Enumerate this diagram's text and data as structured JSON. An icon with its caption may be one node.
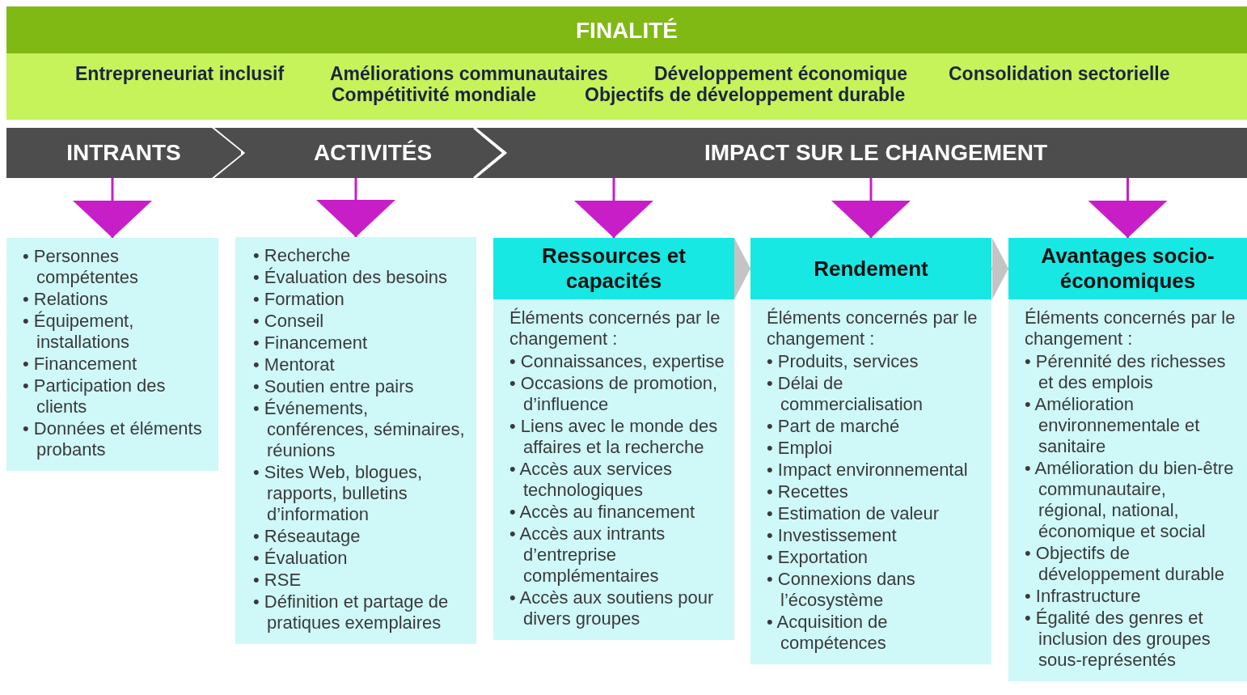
{
  "diagram": {
    "nodes": [
      {
        "text": [
          "FINALITÉ"
        ]
      },
      {
        "text": [
          "Entrepreneuriat inclusif",
          "Améliorations communautaires",
          "Développement économique",
          "Consolidation sectorielle",
          "Compétitivité mondiale",
          "Objectifs de développement durable"
        ]
      },
      {
        "text": [
          "INTRANTS"
        ]
      },
      {
        "text": [
          "ACTIVITÉS"
        ]
      },
      {
        "text": [
          "IMPACT SUR LE CHANGEMENT"
        ]
      },
      {
        "text": [
          "• Personnes compétentes",
          "• Relations",
          "• Équipement, installations",
          "• Financement",
          "• Participation des clients",
          "• Données et éléments probants"
        ]
      },
      {
        "text": [
          "• Recherche",
          "• Évaluation des besoins",
          "• Formation",
          "• Conseil",
          "• Financement",
          "• Mentorat",
          "• Soutien entre pairs",
          "• Événements, conférences, séminaires, réunions",
          "• Sites Web, blogues, rapports, bulletins d’information",
          "• Réseautage",
          "• Évaluation",
          "• RSE",
          "• Définition et partage de pratiques exemplaires"
        ]
      },
      {
        "text": [
          "Ressources et capacités",
          "Éléments concernés par le changement :",
          "• Connaissances, expertise",
          "• Occasions de promotion, d’influence",
          "• Liens avec le monde des affaires et la recherche",
          "• Accès aux services technologiques",
          "• Accès au financement",
          "• Accès aux intrants d’entreprise complémentaires",
          "• Accès aux soutiens pour divers groupes"
        ]
      },
      {
        "text": [
          "Rendement",
          "Éléments concernés par le changement :",
          "• Produits, services",
          "• Délai de commercialisation",
          "• Part de marché",
          "• Emploi",
          "• Impact environnemental",
          "• Recettes",
          "• Estimation de valeur",
          "• Investissement",
          "• Exportation",
          "• Connexions dans l’écosystème",
          "• Acquisition de compétences"
        ]
      },
      {
        "text": [
          "Avantages socio-économiques",
          "Éléments concernés par le changement :",
          "• Pérennité des richesses et des emplois",
          "• Amélioration environnementale et sanitaire",
          "• Amélioration du bien-être communautaire, régional, national, économique et social",
          "• Objectifs de développement durable",
          "• Infrastructure",
          "• Égalité des genres et inclusion des groupes sous-représentés"
        ]
      }
    ],
    "edges": [
      {
        "from": 2,
        "to": 5,
        "arrow": "to"
      },
      {
        "from": 3,
        "to": 6,
        "arrow": "to"
      },
      {
        "from": 4,
        "to": 7,
        "arrow": "to"
      },
      {
        "from": 4,
        "to": 8,
        "arrow": "to"
      },
      {
        "from": 4,
        "to": 9,
        "arrow": "to"
      },
      {
        "from": 7,
        "to": 8,
        "arrow": "to",
        "color": "#c4c4c4"
      },
      {
        "from": 8,
        "to": 9,
        "arrow": "to",
        "color": "#c4c4c4"
      }
    ]
  }
}
